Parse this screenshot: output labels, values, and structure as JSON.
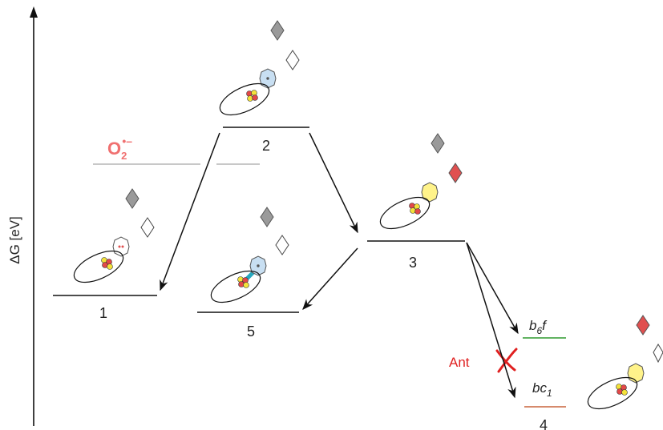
{
  "axis": {
    "label": "ΔG  [eV]"
  },
  "states": [
    {
      "id": "state-1",
      "label": "1"
    },
    {
      "id": "state-2",
      "label": "2"
    },
    {
      "id": "state-3",
      "label": "3"
    },
    {
      "id": "state-4",
      "label": "4"
    },
    {
      "id": "state-5",
      "label": "5"
    }
  ],
  "superoxide": {
    "base": "O",
    "sub": "2",
    "sup": "•–"
  },
  "acceptors": {
    "b6f": {
      "main": "b",
      "sub": "6",
      "tail": "f"
    },
    "bc1": {
      "main": "bc",
      "sub": "1",
      "tail": ""
    }
  },
  "antimycin": {
    "label": "Ant"
  },
  "colors": {
    "superoxide": "#f07070",
    "b6f_line": "#2e9a2e",
    "bc1_line": "#c8643c",
    "blocked": "#e02020",
    "ant_text": "#e02020",
    "gray_diamond": "#9a9a9a",
    "red_diamond": "#e05050",
    "hex_blue": "#c8dff2",
    "hex_yellow": "#fff38a",
    "teal_link": "#27a8bf",
    "level": "#111111"
  },
  "icons": [
    "energy-axis-arrow",
    "reaction-arrow",
    "blocked-cross-icon",
    "semiquinone-hexagon-icon",
    "quinone-diamond-icon",
    "protein-ellipse-icon",
    "iron-sulfur-cluster-icon"
  ]
}
